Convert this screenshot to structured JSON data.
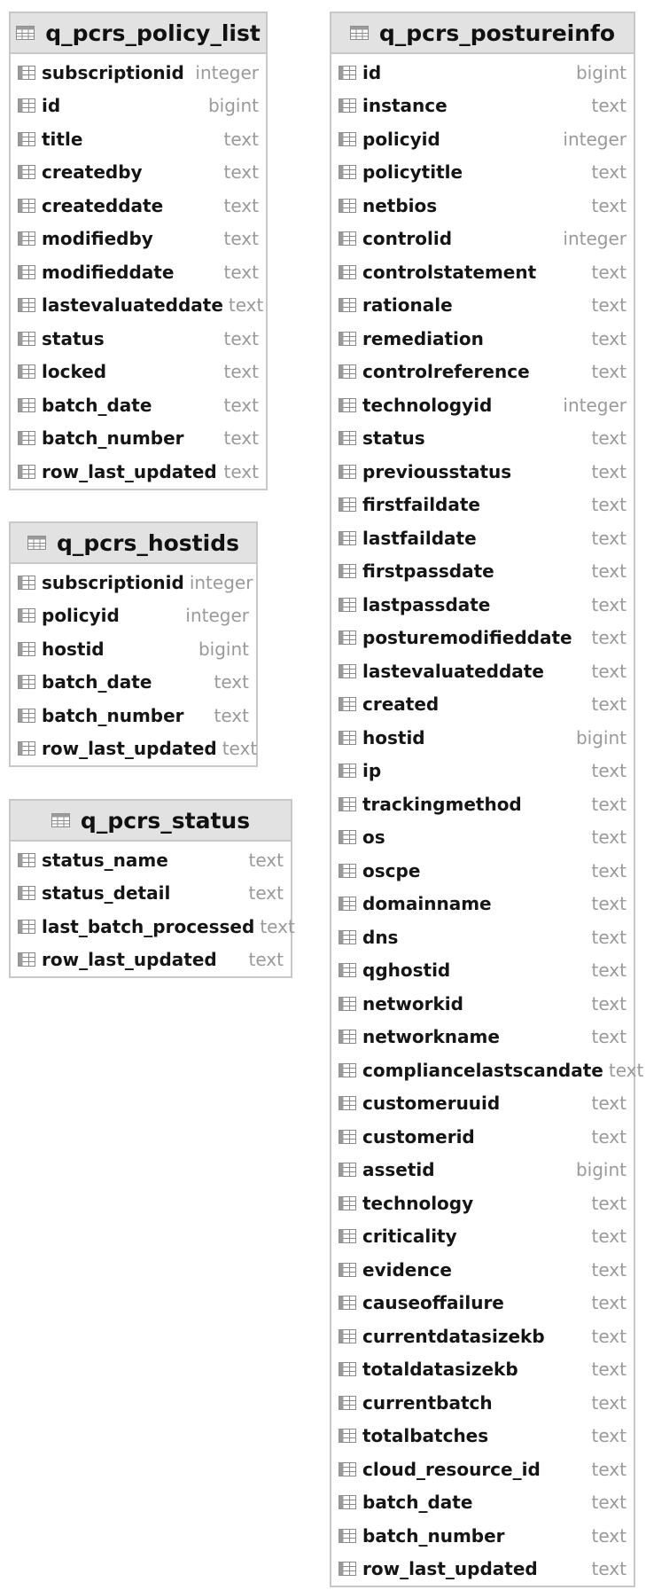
{
  "icons": {
    "table": "table-icon",
    "column": "column-icon"
  },
  "colors": {
    "header_background": "#e2e2e2",
    "border": "#c8c8c8",
    "column_type": "#9a9a9a",
    "column_name": "#151515"
  },
  "tables": [
    {
      "name": "q_pcrs_policy_list",
      "columns": [
        {
          "name": "subscriptionid",
          "type": "integer"
        },
        {
          "name": "id",
          "type": "bigint"
        },
        {
          "name": "title",
          "type": "text"
        },
        {
          "name": "createdby",
          "type": "text"
        },
        {
          "name": "createddate",
          "type": "text"
        },
        {
          "name": "modifiedby",
          "type": "text"
        },
        {
          "name": "modifieddate",
          "type": "text"
        },
        {
          "name": "lastevaluateddate",
          "type": "text"
        },
        {
          "name": "status",
          "type": "text"
        },
        {
          "name": "locked",
          "type": "text"
        },
        {
          "name": "batch_date",
          "type": "text"
        },
        {
          "name": "batch_number",
          "type": "text"
        },
        {
          "name": "row_last_updated",
          "type": "text"
        }
      ]
    },
    {
      "name": "q_pcrs_hostids",
      "columns": [
        {
          "name": "subscriptionid",
          "type": "integer"
        },
        {
          "name": "policyid",
          "type": "integer"
        },
        {
          "name": "hostid",
          "type": "bigint"
        },
        {
          "name": "batch_date",
          "type": "text"
        },
        {
          "name": "batch_number",
          "type": "text"
        },
        {
          "name": "row_last_updated",
          "type": "text"
        }
      ]
    },
    {
      "name": "q_pcrs_status",
      "columns": [
        {
          "name": "status_name",
          "type": "text"
        },
        {
          "name": "status_detail",
          "type": "text"
        },
        {
          "name": "last_batch_processed",
          "type": "text"
        },
        {
          "name": "row_last_updated",
          "type": "text"
        }
      ]
    },
    {
      "name": "q_pcrs_postureinfo",
      "columns": [
        {
          "name": "id",
          "type": "bigint"
        },
        {
          "name": "instance",
          "type": "text"
        },
        {
          "name": "policyid",
          "type": "integer"
        },
        {
          "name": "policytitle",
          "type": "text"
        },
        {
          "name": "netbios",
          "type": "text"
        },
        {
          "name": "controlid",
          "type": "integer"
        },
        {
          "name": "controlstatement",
          "type": "text"
        },
        {
          "name": "rationale",
          "type": "text"
        },
        {
          "name": "remediation",
          "type": "text"
        },
        {
          "name": "controlreference",
          "type": "text"
        },
        {
          "name": "technologyid",
          "type": "integer"
        },
        {
          "name": "status",
          "type": "text"
        },
        {
          "name": "previousstatus",
          "type": "text"
        },
        {
          "name": "firstfaildate",
          "type": "text"
        },
        {
          "name": "lastfaildate",
          "type": "text"
        },
        {
          "name": "firstpassdate",
          "type": "text"
        },
        {
          "name": "lastpassdate",
          "type": "text"
        },
        {
          "name": "posturemodifieddate",
          "type": "text"
        },
        {
          "name": "lastevaluateddate",
          "type": "text"
        },
        {
          "name": "created",
          "type": "text"
        },
        {
          "name": "hostid",
          "type": "bigint"
        },
        {
          "name": "ip",
          "type": "text"
        },
        {
          "name": "trackingmethod",
          "type": "text"
        },
        {
          "name": "os",
          "type": "text"
        },
        {
          "name": "oscpe",
          "type": "text"
        },
        {
          "name": "domainname",
          "type": "text"
        },
        {
          "name": "dns",
          "type": "text"
        },
        {
          "name": "qghostid",
          "type": "text"
        },
        {
          "name": "networkid",
          "type": "text"
        },
        {
          "name": "networkname",
          "type": "text"
        },
        {
          "name": "compliancelastscandate",
          "type": "text"
        },
        {
          "name": "customeruuid",
          "type": "text"
        },
        {
          "name": "customerid",
          "type": "text"
        },
        {
          "name": "assetid",
          "type": "bigint"
        },
        {
          "name": "technology",
          "type": "text"
        },
        {
          "name": "criticality",
          "type": "text"
        },
        {
          "name": "evidence",
          "type": "text"
        },
        {
          "name": "causeoffailure",
          "type": "text"
        },
        {
          "name": "currentdatasizekb",
          "type": "text"
        },
        {
          "name": "totaldatasizekb",
          "type": "text"
        },
        {
          "name": "currentbatch",
          "type": "text"
        },
        {
          "name": "totalbatches",
          "type": "text"
        },
        {
          "name": "cloud_resource_id",
          "type": "text"
        },
        {
          "name": "batch_date",
          "type": "text"
        },
        {
          "name": "batch_number",
          "type": "text"
        },
        {
          "name": "row_last_updated",
          "type": "text"
        }
      ]
    }
  ]
}
